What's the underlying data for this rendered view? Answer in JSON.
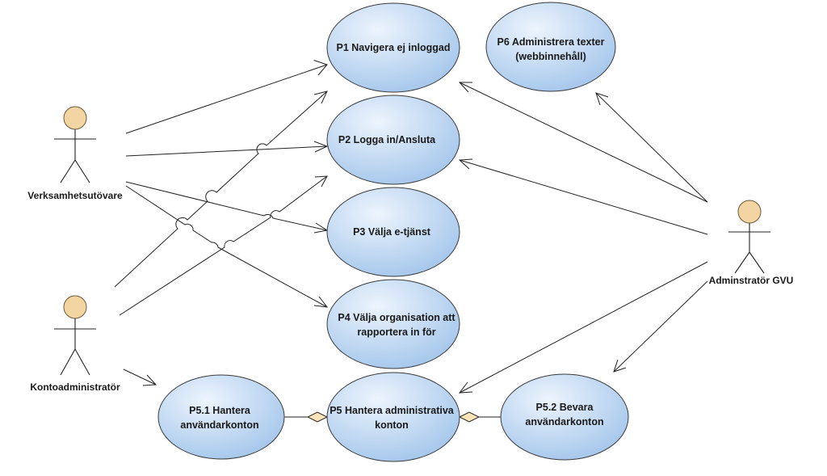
{
  "diagram": {
    "colors": {
      "usecase_fill_light": "#edf4fd",
      "usecase_fill_dark": "#9fc3ea",
      "actor_head_fill": "#f3d5a3",
      "line": "#222222",
      "diamond_fill": "#fbe4b8"
    },
    "actors": {
      "verksamhetsutovare": {
        "label": "Verksamhetsutövare"
      },
      "kontoadministrator": {
        "label": "Kontoadministratör"
      },
      "admin_gvu": {
        "label": "Adminstratör GVU"
      }
    },
    "usecases": {
      "p1": {
        "lines": [
          "P1 Navigera ej inloggad"
        ]
      },
      "p2": {
        "lines": [
          "P2 Logga in/Ansluta"
        ]
      },
      "p3": {
        "lines": [
          "P3 Välja e-tjänst"
        ]
      },
      "p4": {
        "lines": [
          "P4 Välja organisation att",
          "rapportera in för"
        ]
      },
      "p5": {
        "lines": [
          "P5 Hantera administrativa",
          "konton"
        ]
      },
      "p51": {
        "lines": [
          "P5.1 Hantera",
          "användarkonton"
        ]
      },
      "p52": {
        "lines": [
          "P5.2 Bevara",
          "användarkonton"
        ]
      },
      "p6": {
        "lines": [
          "P6 Administrera texter",
          "(webbinnehåll)"
        ]
      }
    }
  }
}
